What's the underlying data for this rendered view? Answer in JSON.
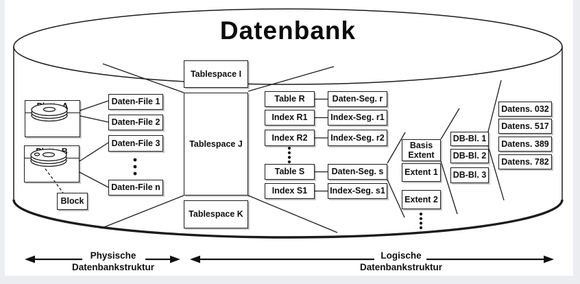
{
  "title": "Datenbank",
  "columns": {
    "platten": [
      "Platte A",
      "Platte B"
    ],
    "block_label": "Block",
    "daten_files": [
      "Daten-File 1",
      "Daten-File 2",
      "Daten-File 3",
      "Daten-File n"
    ],
    "tablespaces": [
      "Tablespace I",
      "Tablespace J",
      "Tablespace K"
    ],
    "tables": [
      "Table R",
      "Index R1",
      "Index R2",
      "Table S",
      "Index S1"
    ],
    "segments": [
      "Daten-Seg. r",
      "Index-Seg. r1",
      "Index-Seg. r2",
      "Daten-Seg. s",
      "Index-Seg. s1"
    ],
    "extents": [
      "Basis Extent",
      "Extent 1",
      "Extent 2"
    ],
    "db_blocks": [
      "DB-Bl. 1",
      "DB-Bl. 2",
      "DB-Bl. 3"
    ],
    "datensaetze": [
      "Datens. 032",
      "Datens. 517",
      "Datens. 389",
      "Datens. 782"
    ]
  },
  "footer": {
    "physical": {
      "line1": "Physische",
      "line2": "Datenbankstruktur"
    },
    "logical": {
      "line1": "Logische",
      "line2": "Datenbankstruktur"
    }
  },
  "colors": {
    "stroke": "#1b1b1b",
    "background": "#ffffff",
    "page": "#ecedf1"
  }
}
